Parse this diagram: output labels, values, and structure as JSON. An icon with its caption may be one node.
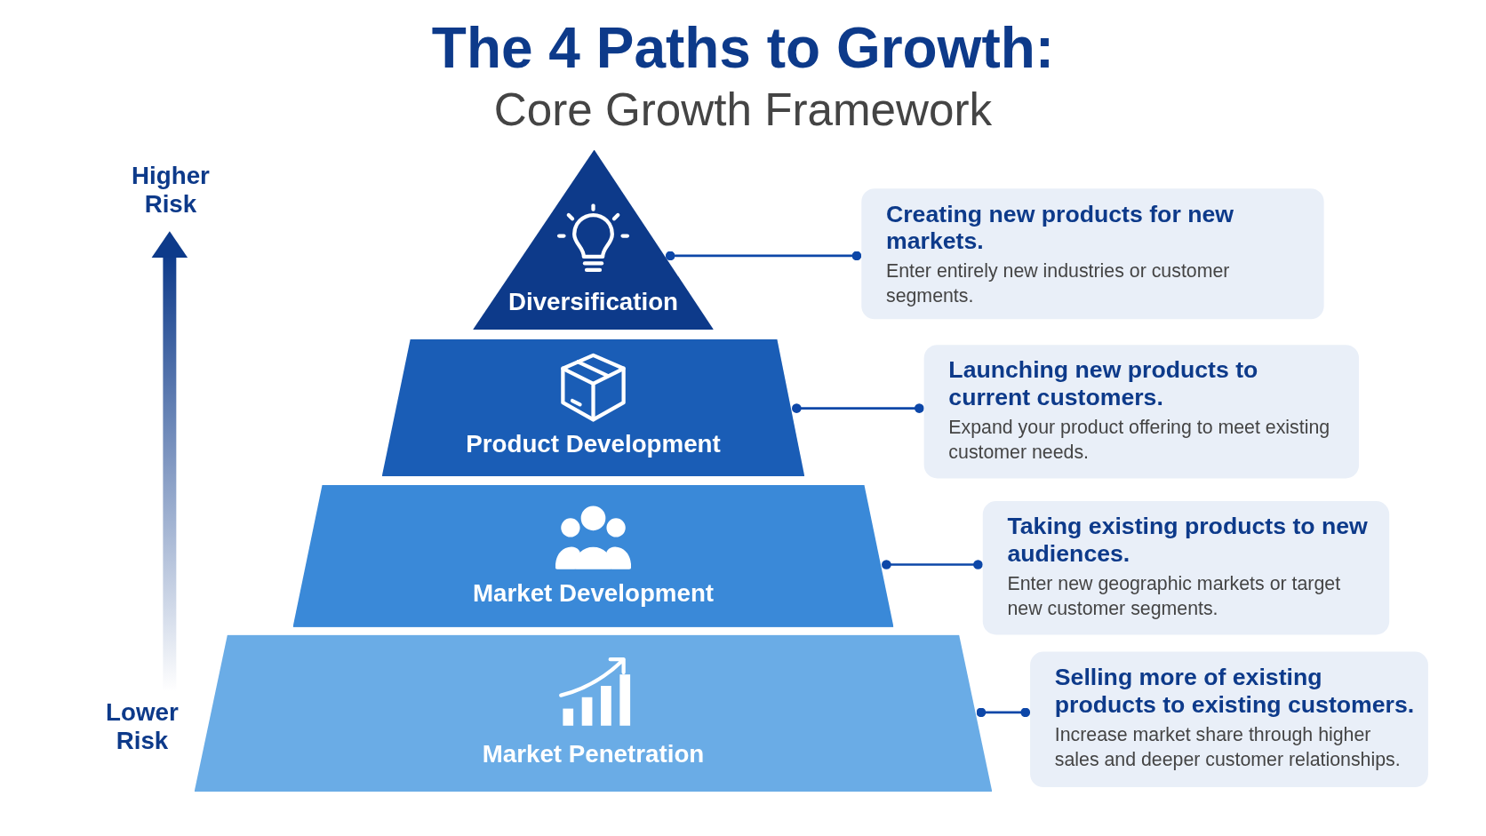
{
  "diagram": {
    "title": "The 4 Paths to Growth:",
    "nodes": [
      {
        "text": [
          "Diversification"
        ]
      },
      {
        "text": [
          "Creating new products for new markets.",
          "Enter entirely new industries or customer segments."
        ]
      },
      {
        "text": [
          "Product Development"
        ]
      },
      {
        "text": [
          "Launching new products to current customers.",
          "Expand your product offering to meet existing customer needs."
        ]
      },
      {
        "text": [
          "Market Development"
        ]
      },
      {
        "text": [
          "Taking existing products to new audiences.",
          "Enter new geographic markets or target new customer segments."
        ]
      },
      {
        "text": [
          "Market Penetration"
        ]
      },
      {
        "text": [
          "Selling more of existing products to existing customers.",
          "Increase market share through higher sales and deeper customer relationships."
        ]
      }
    ],
    "edges": [
      {
        "from": 0,
        "to": 1,
        "arrow": "other"
      },
      {
        "from": 2,
        "to": 3,
        "arrow": "other"
      },
      {
        "from": 4,
        "to": 5,
        "arrow": "other"
      },
      {
        "from": 6,
        "to": 7,
        "arrow": "other"
      }
    ],
    "labels": [
      "Core Growth Framework",
      "Higher Risk",
      "Lower Risk"
    ]
  }
}
